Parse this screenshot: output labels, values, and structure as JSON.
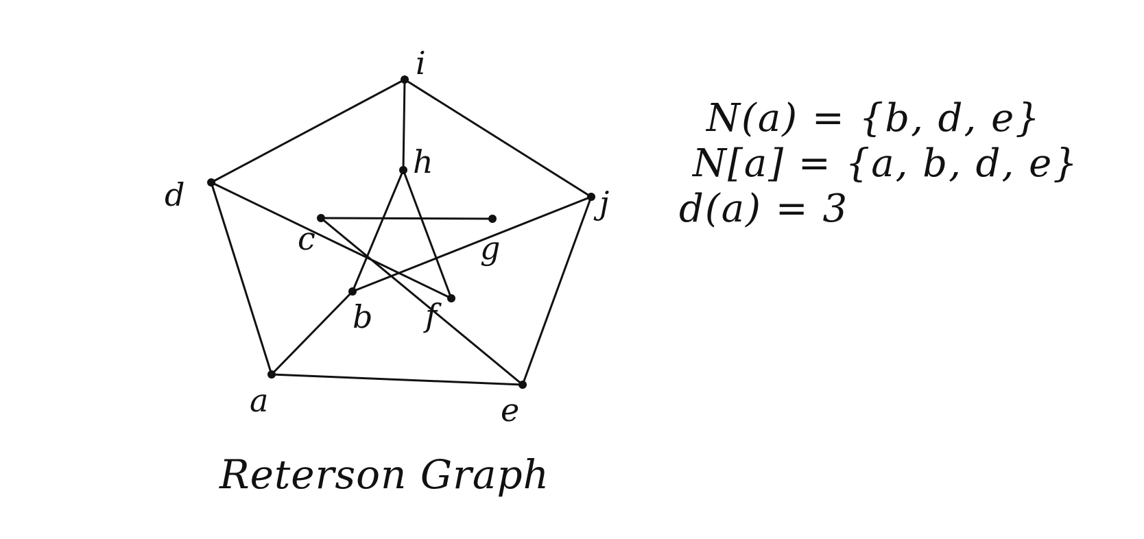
{
  "graph": {
    "caption": "Reterson Graph",
    "nodes": [
      {
        "id": "a",
        "label": "a"
      },
      {
        "id": "b",
        "label": "b"
      },
      {
        "id": "c",
        "label": "c"
      },
      {
        "id": "d",
        "label": "d"
      },
      {
        "id": "e",
        "label": "e"
      },
      {
        "id": "f",
        "label": "f"
      },
      {
        "id": "g",
        "label": "g"
      },
      {
        "id": "h",
        "label": "h"
      },
      {
        "id": "i",
        "label": "i"
      },
      {
        "id": "j",
        "label": "j"
      }
    ],
    "edges": [
      [
        "i",
        "d"
      ],
      [
        "i",
        "j"
      ],
      [
        "i",
        "h"
      ],
      [
        "d",
        "a"
      ],
      [
        "d",
        "f"
      ],
      [
        "j",
        "e"
      ],
      [
        "j",
        "b"
      ],
      [
        "a",
        "e"
      ],
      [
        "a",
        "b"
      ],
      [
        "e",
        "c"
      ],
      [
        "c",
        "g"
      ],
      [
        "h",
        "b"
      ],
      [
        "h",
        "f"
      ]
    ]
  },
  "notes": {
    "open_neighborhood": "N(a) = {b, d, e}",
    "closed_neighborhood": "N[a] = {a, b, d, e}",
    "degree": "d(a) = 3"
  },
  "colors": {
    "ink": "#111111",
    "background": "#ffffff"
  }
}
